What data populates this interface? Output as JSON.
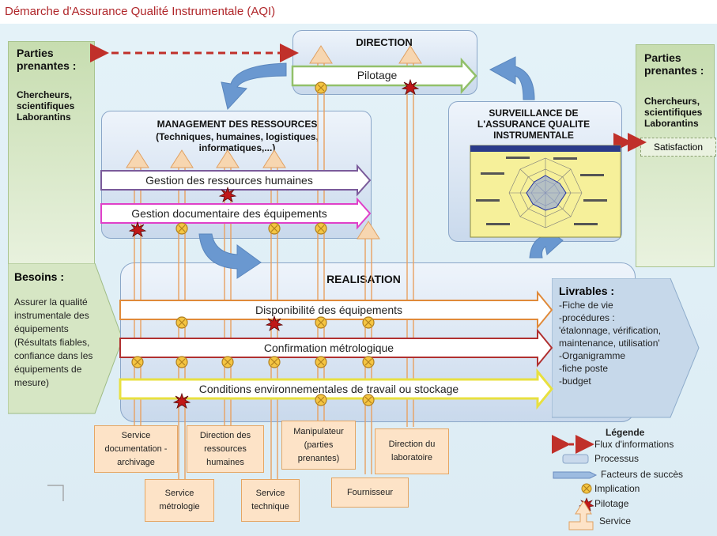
{
  "title": "Démarche d'Assurance Qualité Instrumentale (AQI)",
  "left_stakeholders": {
    "title": "Parties prenantes :",
    "members": "Chercheurs, scientifiques Laborantins"
  },
  "right_stakeholders": {
    "title": "Parties prenantes :",
    "members": "Chercheurs, scientifiques Laborantins",
    "satisfaction": "Satisfaction"
  },
  "direction": {
    "title": "DIRECTION",
    "process": "Pilotage"
  },
  "management": {
    "title": "MANAGEMENT DES RESSOURCES",
    "subtitle": "(Techniques, humaines, logistiques, informatiques,...)",
    "process1": "Gestion des ressources humaines",
    "process2": "Gestion documentaire des équipements"
  },
  "surveillance": {
    "title": "SURVEILLANCE DE L'ASSURANCE QUALITE INSTRUMENTALE"
  },
  "realisation": {
    "title": "REALISATION",
    "process1": "Disponibilité des équipements",
    "process2": "Confirmation métrologique",
    "process3": "Conditions environnementales de travail ou stockage"
  },
  "besoins": {
    "title": "Besoins :",
    "text": "Assurer la qualité instrumentale des équipements (Résultats fiables, confiance dans les équipements de mesure)"
  },
  "livrables": {
    "title": "Livrables :",
    "items": [
      "-Fiche de vie",
      "-procédures :",
      "'étalonnage, vérification,",
      "maintenance, utilisation'",
      "-Organigramme",
      "-fiche poste",
      "-budget"
    ]
  },
  "services": {
    "documentation": "Service documentation -archivage",
    "metrologie": "Service métrologie",
    "rh": "Direction des ressources humaines",
    "technique": "Service technique",
    "manipulateur": "Manipulateur (parties prenantes)",
    "fournisseur": "Fournisseur",
    "direction_labo": "Direction du laboratoire"
  },
  "legend": {
    "title": "Légende",
    "flux": "Flux d'informations",
    "processus": "Processus",
    "facteurs": "Facteurs de succès",
    "implication": "Implication",
    "pilotage": "Pilotage",
    "service": "Service"
  },
  "colors": {
    "title_red": "#b0262a",
    "stakeholder_green": "#c7ddb0",
    "process_blue": "#c9d9ec",
    "service_orange": "#fde3c7",
    "dashed_red": "#c0302a",
    "implication_yellow": "#f5c542"
  }
}
